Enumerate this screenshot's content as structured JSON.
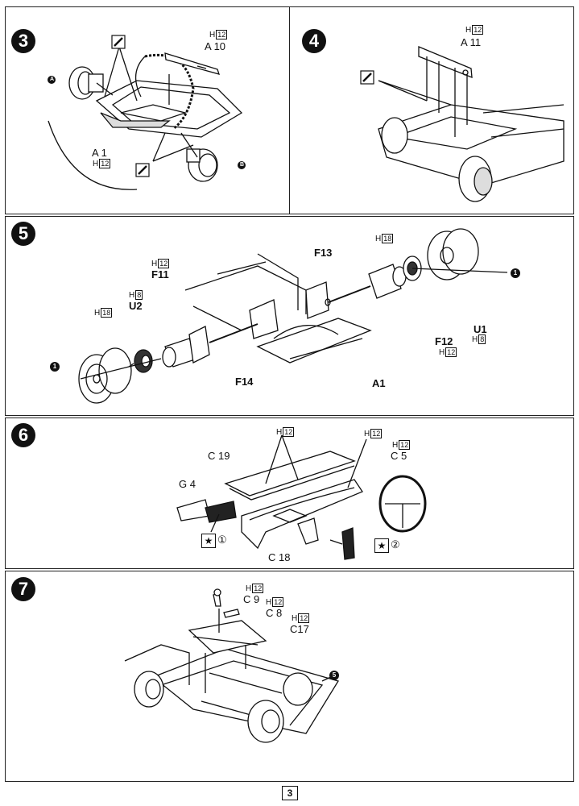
{
  "page_number": "3",
  "steps": {
    "s3": {
      "number": "3",
      "parts": {
        "a10": "A 10",
        "a1": "A 1"
      },
      "paint": {
        "h12_a10": "H",
        "h12_a10_n": "12",
        "h12_a1": "H",
        "h12_a1_n": "12"
      },
      "callouts": {
        "a": "A",
        "b": "B"
      }
    },
    "s4": {
      "number": "4",
      "parts": {
        "a11": "A 11"
      },
      "paint": {
        "h": "H",
        "n": "12"
      }
    },
    "s5": {
      "number": "5",
      "parts": {
        "f11": "F11",
        "u2": "U2",
        "f14": "F14",
        "f13": "F13",
        "f12": "F12",
        "u1": "U1",
        "a1": "A1"
      },
      "paint": {
        "f11_h": "H",
        "f11_n": "12",
        "u2_h": "H",
        "u2_n": "8",
        "left_h": "H",
        "left_n": "18",
        "right_h": "H",
        "right_n": "18",
        "u1_h": "H",
        "u1_n": "8",
        "f12_h": "H",
        "f12_n": "12"
      },
      "callouts": {
        "left": "1",
        "right": "1"
      }
    },
    "s6": {
      "number": "6",
      "parts": {
        "c19": "C 19",
        "g4": "G 4",
        "c18": "C 18",
        "c5": "C 5"
      },
      "paint": {
        "c19_h": "H",
        "c19_n": "12",
        "c18_h": "H",
        "c18_n": "12",
        "c5_h": "H",
        "c5_n": "12"
      },
      "decals": {
        "one": "①",
        "two": "②"
      }
    },
    "s7": {
      "number": "7",
      "parts": {
        "c9": "C 9",
        "c8": "C 8",
        "c17": "C17"
      },
      "paint": {
        "c9_h": "H",
        "c9_n": "12",
        "c8_h": "H",
        "c8_n": "12",
        "c17_h": "H",
        "c17_n": "12"
      },
      "callouts": {
        "ref": "5"
      }
    }
  }
}
